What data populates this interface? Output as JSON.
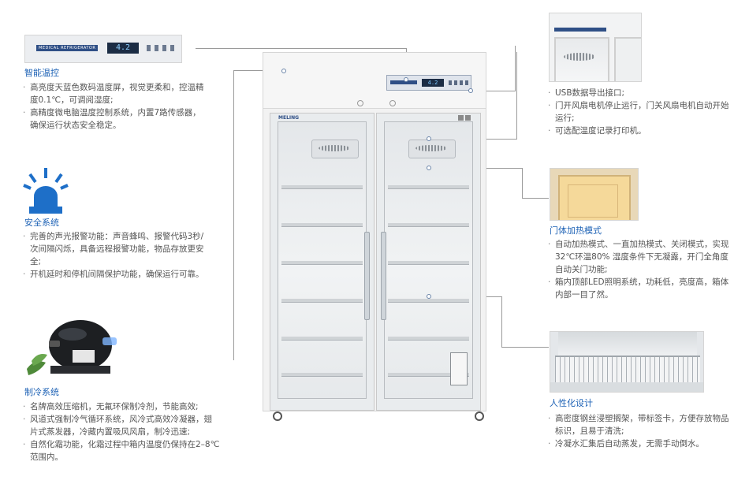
{
  "features": {
    "temp_control": {
      "title": "智能温控",
      "items": [
        "高亮度天蓝色数码温度屏，视觉更柔和，控温精度0.1℃，可调阅湿度;",
        "高精度微电脑温度控制系统，内置7路传感器，确保运行状态安全稳定。"
      ]
    },
    "safety": {
      "title": "安全系统",
      "items": [
        "完善的声光报警功能：声音蜂鸣、报警代码3秒/次间隔闪烁，具备远程报警功能，物品存放更安全;",
        "开机延时和停机间隔保护功能，确保运行可靠。"
      ]
    },
    "cooling": {
      "title": "制冷系统",
      "items": [
        "名牌高效压缩机，无氟环保制冷剂，节能高效;",
        "风道式强制冷气循环系统，风冷式高效冷凝器，翅片式蒸发器，冷藏内置吸风风扇，制冷迅速;",
        "自然化霜功能，化霜过程中箱内温度仍保持在2–8℃范围内。"
      ]
    },
    "usb": {
      "items": [
        "USB数据导出接口;",
        "门开风扇电机停止运行，门关风扇电机自动开始运行;",
        "可选配温度记录打印机。"
      ]
    },
    "door_heat": {
      "title": "门体加热模式",
      "items": [
        "自动加热模式、一直加热模式、关闭模式，实现32℃环温80% 湿度条件下无凝露，开门全角度自动关门功能;",
        "箱内顶部LED照明系统，功耗低，亮度高，箱体内部一目了然。"
      ]
    },
    "humanized": {
      "title": "人性化设计",
      "items": [
        "高密度钢丝浸塑搁架，带标签卡，方便存放物品标识，且易于清洗;",
        "冷凝水汇集后自动蒸发，无需手动倒水。"
      ]
    }
  },
  "panel_label": "MEDICAL REFRIGERATOR",
  "display_value": "4.2",
  "brand": "MELING",
  "colors": {
    "title_blue": "#1f63b6",
    "text_gray": "#555555",
    "beacon_blue": "#1e6fc8"
  },
  "icons": [
    "alarm-beacon-icon",
    "compressor-image",
    "control-panel-image",
    "fridge-top-image",
    "door-heater-image",
    "shelf-image"
  ]
}
